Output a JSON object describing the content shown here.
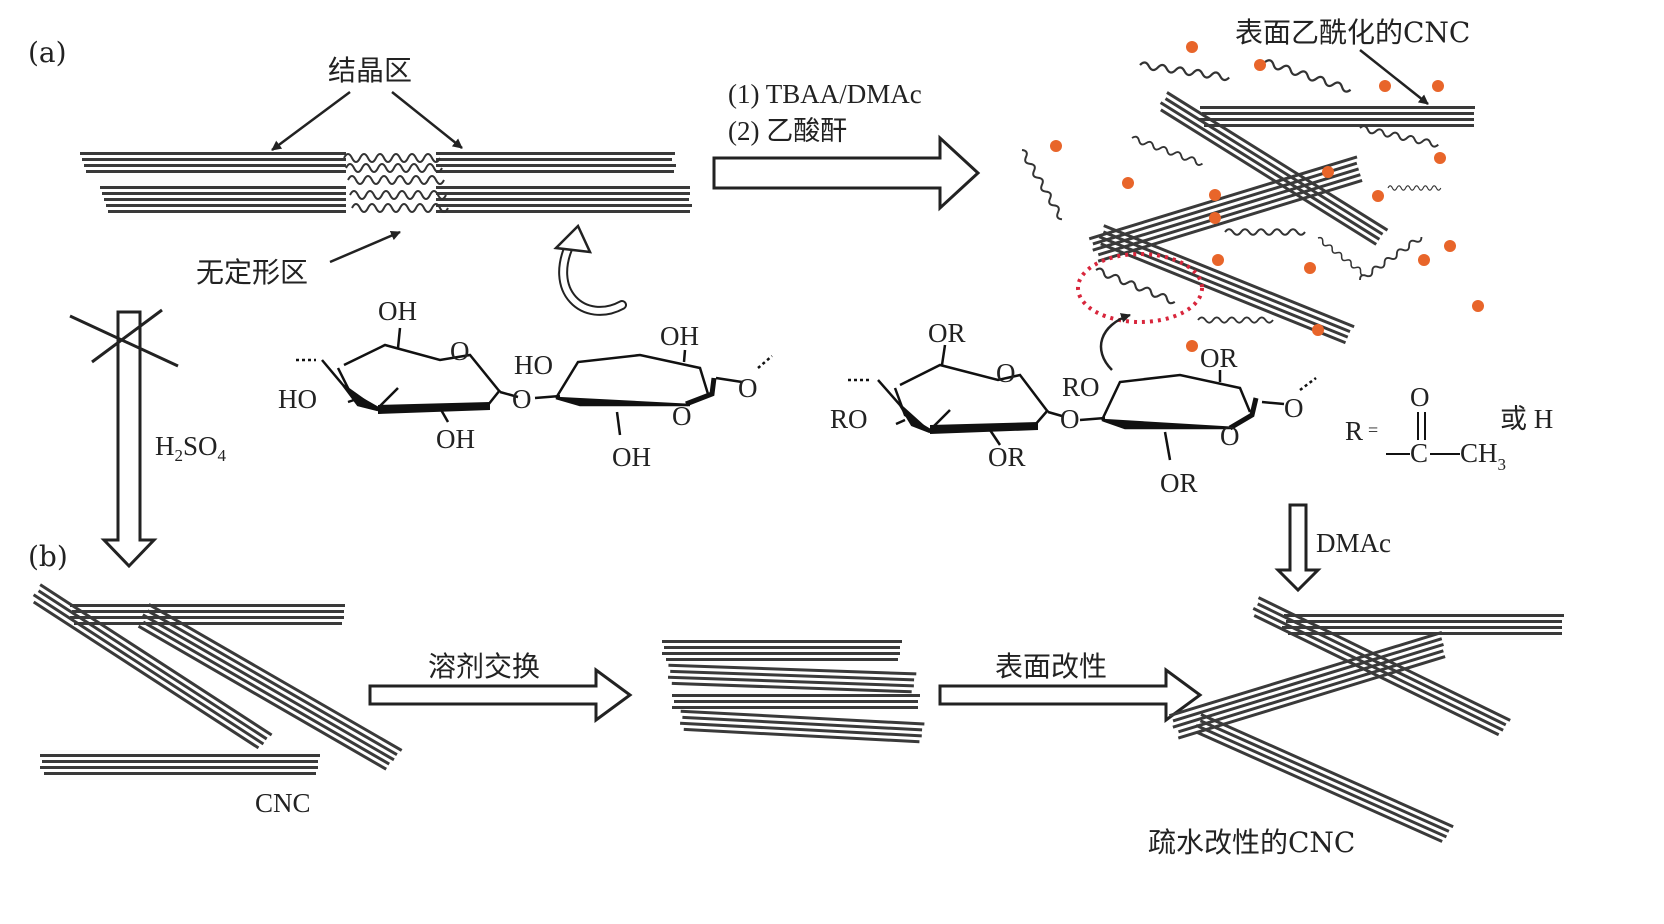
{
  "panel_a": "(a)",
  "panel_b": "(b)",
  "crystalline_region": "结晶区",
  "amorphous_region": "无定形区",
  "step1": "(1) TBAA/DMAc",
  "step2": "(2) 乙酸酐",
  "acetylated_cnc": "表面乙酰化的CNC",
  "acid": {
    "main": "H",
    "sub1": "2",
    "mid": "SO",
    "sub2": "4"
  },
  "dmac": "DMAc",
  "cnc": "CNC",
  "solvent_exchange": "溶剂交换",
  "surface_modification": "表面改性",
  "hydrophobic_cnc": "疏水改性的CNC",
  "cellulose": {
    "oh_top1": "OH",
    "ring_o1": "O",
    "ho_left": "HO",
    "oh_bottom1": "OH",
    "bridge_o": "O",
    "ho_mid": "HO",
    "oh_top2": "OH",
    "ring_o2": "O",
    "end_o": "O",
    "oh_bottom2": "OH"
  },
  "modified": {
    "or_top1": "OR",
    "ring_o1": "O",
    "ro_left": "RO",
    "or_bottom1": "OR",
    "bridge_o": "O",
    "ro_mid": "RO",
    "or_top2": "OR",
    "ring_o2": "O",
    "end_o": "O",
    "or_bottom2": "OR"
  },
  "r_group": {
    "r": "R",
    "eq": "=",
    "o": "O",
    "c": "C",
    "ch": "CH",
    "sub3": "3",
    "or_h": "或 H"
  },
  "colors": {
    "fiber": "#3a3a3a",
    "dot": "#e8652a",
    "dash": "#d8263c"
  }
}
